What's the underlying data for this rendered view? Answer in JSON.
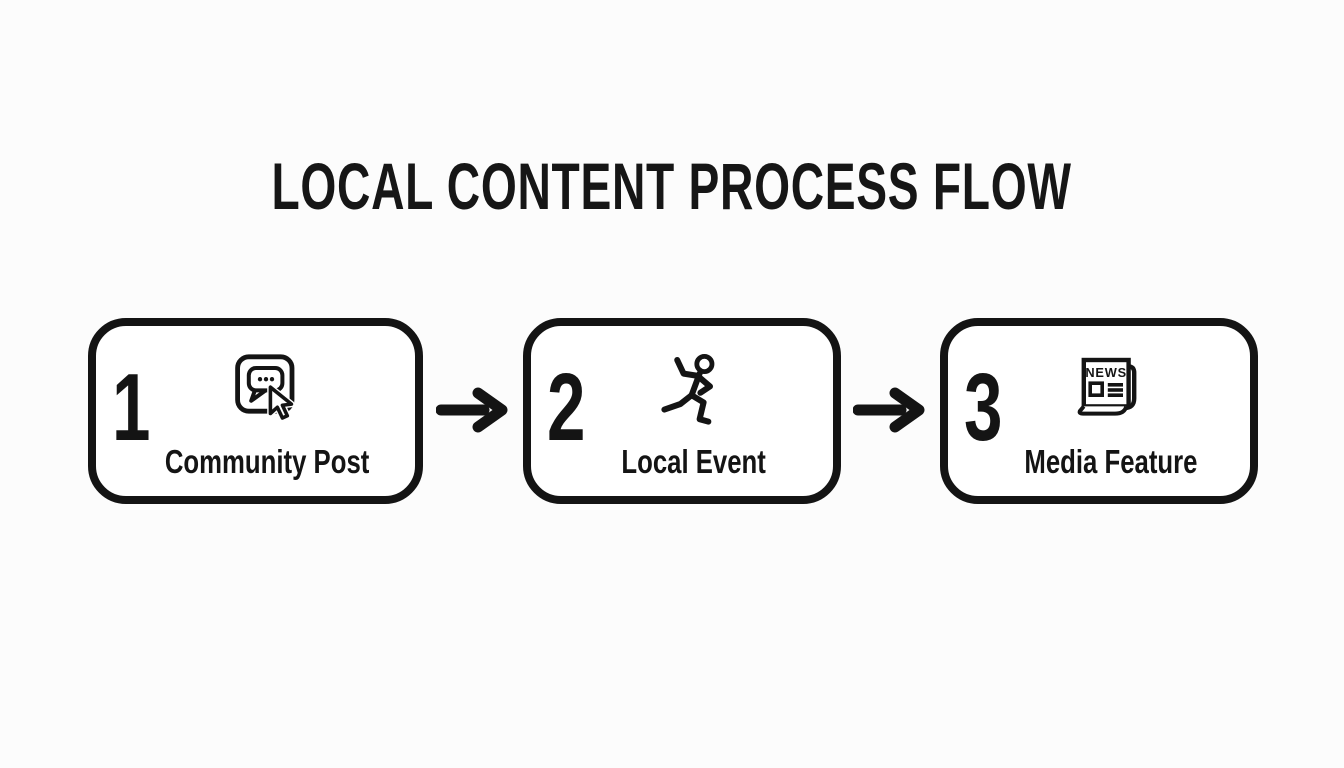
{
  "title": "LOCAL CONTENT PROCESS FLOW",
  "steps": [
    {
      "number": "1",
      "label": "Community Post",
      "icon": "chat-click-icon"
    },
    {
      "number": "2",
      "label": "Local Event",
      "icon": "runner-icon"
    },
    {
      "number": "3",
      "label": "Media Feature",
      "icon": "newspaper-icon"
    }
  ],
  "icons": {
    "newspaper_masthead": "NEWS",
    "arrow": "right-arrow-icon"
  },
  "colors": {
    "background": "#fcfcfc",
    "ink": "#141414",
    "box_fill": "#ffffff"
  }
}
